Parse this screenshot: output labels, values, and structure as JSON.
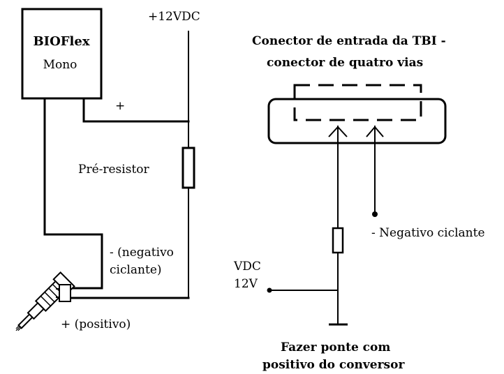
{
  "module": {
    "line1": "BIOFlex",
    "line2": "Mono"
  },
  "supply_label": "+12VDC",
  "plus_label": "+",
  "resistor_label": "Pré-resistor",
  "negative_label_line1": "- (negativo",
  "negative_label_line2": "ciclante)",
  "positive_label": "+ (positivo)",
  "connector_title_line1": "Conector de entrada da TBI -",
  "connector_title_line2": "conector de quatro vias",
  "right_negative_label": "- Negativo ciclante",
  "vdc_label_line1": "VDC",
  "vdc_label_line2": "12V",
  "bridge_label_line1": "Fazer ponte com",
  "bridge_label_line2": "positivo do conversor"
}
